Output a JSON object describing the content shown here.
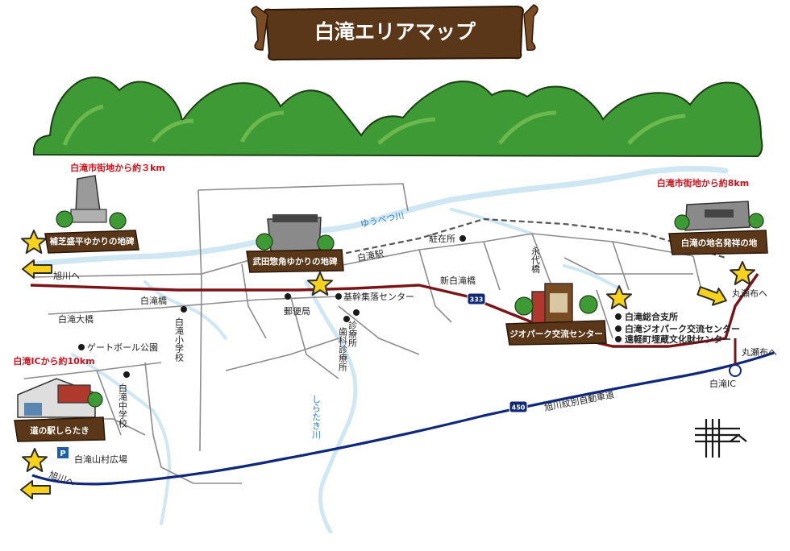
{
  "title": "白滝エリアマップ",
  "distances": {
    "city3": "白滝市街地から約３km",
    "city8": "白滝市街地から約8km",
    "ic10": "白滝ICから約10km"
  },
  "signs": {
    "monument": "補芝盛平ゆかりの地碑",
    "takeda": "武田惣角ゆかりの地碑",
    "origin": "白滝の地名発祥の地",
    "geopark": "ジオパーク交流センター",
    "michinoeki": "道の駅しらたき"
  },
  "labels": {
    "asahikawa1": "旭川へ",
    "asahikawa2": "旭川へ",
    "maruseppu1": "丸瀬布へ",
    "maruseppu2": "丸瀬布へ",
    "shirataki_bridge": "白滝橋",
    "shirataki_ohashi": "白滝大橋",
    "gateball": "ゲートボール公園",
    "elementary": "白滝小学校",
    "junior_high": "白滝中学校",
    "sanson": "白滝山村広場",
    "post": "郵便局",
    "kikan": "基幹集落センター",
    "shinryo": "診療所",
    "dental": "歯科診療所",
    "station": "白滝駅",
    "chuzaisho": "駐在所",
    "shin_bridge": "新白滝橋",
    "eidai_bridge": "永代橋",
    "yuubetsu_river": "ゆうべつ川",
    "shirataki_river": "しらたき川",
    "branch": "白滝総合支所",
    "geo_center": "白滝ジオパーク交流センター",
    "maizo": "遠軽町埋蔵文化財センター",
    "ic": "白滝IC",
    "expressway": "旭川紋別自動車道",
    "route333": "333",
    "route450": "450"
  },
  "colors": {
    "road_main": "#7a1418",
    "expressway": "#10287a",
    "river": "#cfe6f3",
    "mountain": "#3e9a35",
    "sign_wood": "#5a3719",
    "star": "#f6d31a",
    "arrow": "#f6d31a",
    "distance_text": "#d0101a"
  }
}
